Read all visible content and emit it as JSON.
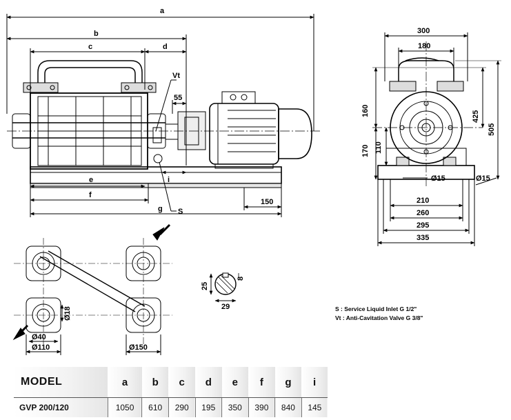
{
  "dimensions": {
    "a": "a",
    "b": "b",
    "c": "c",
    "d": "d",
    "e": "e",
    "f": "f",
    "g": "g",
    "i": "i",
    "vt": "Vt",
    "s": "S",
    "d55": "55",
    "d150": "150",
    "d300": "300",
    "d180": "180",
    "d160": "160",
    "d170": "170",
    "d110": "110",
    "d425": "425",
    "d505": "505",
    "dia15_left": "Ø15",
    "dia15_right": "Ø15",
    "d210": "210",
    "d260": "260",
    "d295": "295",
    "d335": "335",
    "d18": "Ø18",
    "d40": "Ø40",
    "d110dia": "Ø110",
    "d150dia": "Ø150",
    "key25": "25",
    "key8": "8",
    "key29": "29"
  },
  "legend": [
    {
      "text": "S : Service Liquid Inlet   G 1/2\""
    },
    {
      "text": "Vt : Anti-Cavitation Valve G 3/8\""
    }
  ],
  "table": {
    "headers": [
      "MODEL",
      "a",
      "b",
      "c",
      "d",
      "e",
      "f",
      "g",
      "i"
    ],
    "rows": [
      [
        "GVP 200/120",
        "1050",
        "610",
        "290",
        "195",
        "350",
        "390",
        "840",
        "145"
      ]
    ]
  }
}
